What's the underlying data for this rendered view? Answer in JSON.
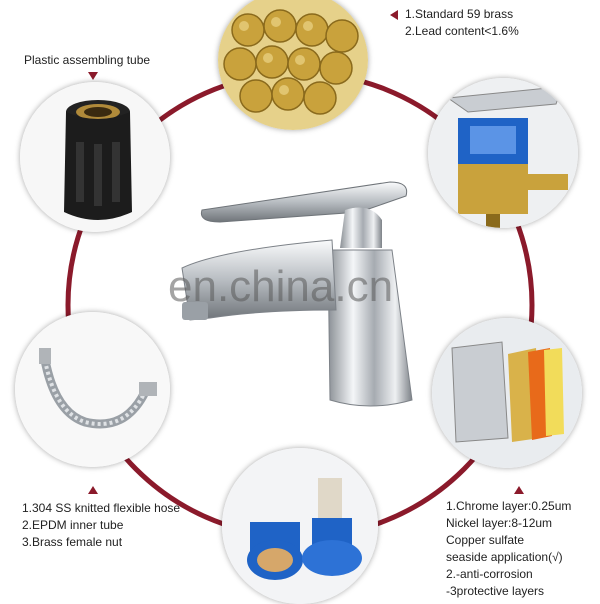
{
  "brass": {
    "lines": [
      "1.Standard 59 brass",
      "2.Lead content<1.6%"
    ]
  },
  "tube": {
    "label": "Plastic assembling tube"
  },
  "hose": {
    "lines": [
      "1.304 SS knitted flexible hose",
      "2.EPDM inner tube",
      "3.Brass female nut"
    ]
  },
  "plating": {
    "lines": [
      "1.Chrome layer:0.25um",
      " Nickel layer:8-12um",
      " Copper sulfate",
      " seaside application(√)",
      "2.-anti-corrosion",
      " -3protective layers"
    ]
  },
  "watermark": "en.china.cn",
  "colors": {
    "ring": "#8b1a2b",
    "arrow": "#8b1a2b",
    "chrome": "#c9cdd2",
    "brass": "#c9a23c",
    "cartridge_blue": "#1f63c6"
  }
}
